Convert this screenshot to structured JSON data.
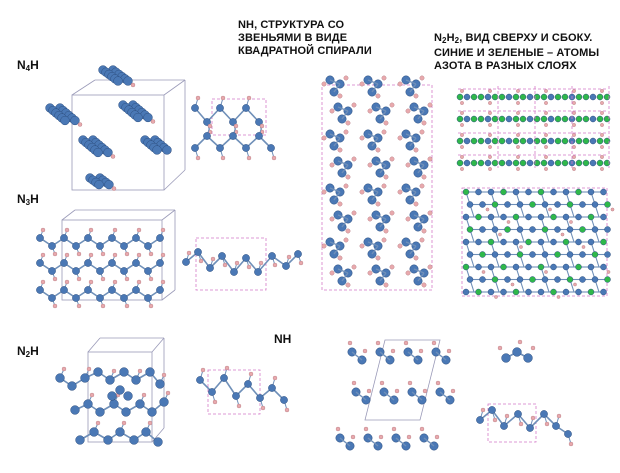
{
  "captions": {
    "nh_spiral": "NH, СТРУКТУРА СО\nЗВЕНЬЯМИ В ВИДЕ\nКВАДРАТНОЙ СПИРАЛИ",
    "n2h2_main": "N",
    "n2h2_sub1": "2",
    "n2h2_mid": "H",
    "n2h2_sub2": "2",
    "n2h2_rest": ", ВИД СВЕРХУ И СБОКУ.",
    "n2h2_line2": "СИНИЕ И ЗЕЛЕНЫЕ – АТОМЫ\nАЗОТА В РАЗНЫХ СЛОЯХ"
  },
  "rows": {
    "n4h": {
      "main": "N",
      "sub": "4",
      "tail": "H"
    },
    "n3h": {
      "main": "N",
      "sub": "3",
      "tail": "H"
    },
    "n2h": {
      "main": "N",
      "sub": "2",
      "tail": "H"
    }
  },
  "nh_label": "NH",
  "colors": {
    "nitrogen": "#4a78b5",
    "nitrogen_layer2": "#2fb84a",
    "hydrogen": "#e8a9ad",
    "bond": "#6f8fb8",
    "cell_edge": "#9a9ab8",
    "cell_dashed": "#d47ac8"
  }
}
